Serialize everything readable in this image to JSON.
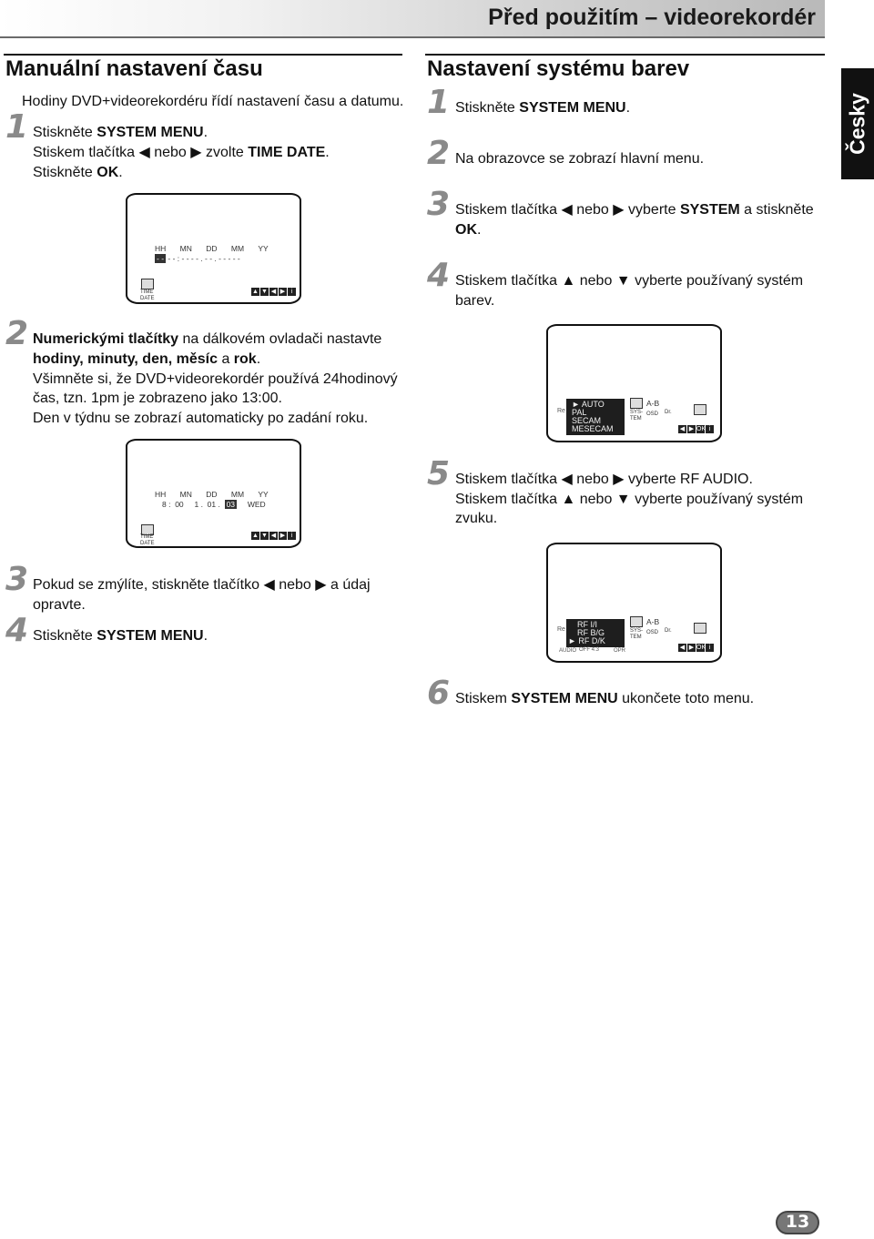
{
  "header": {
    "title": "Před použitím – videorekordér"
  },
  "language_tab": "Česky",
  "left": {
    "title": "Manuální nastavení času",
    "intro": "Hodiny DVD+videorekordéru řídí nastavení času a datumu.",
    "step1": {
      "num": "1",
      "l1_a": "Stiskněte ",
      "l1_b": "SYSTEM MENU",
      "l1_c": ".",
      "l2_a": "Stiskem tlačítka ◀ nebo ▶ zvolte ",
      "l2_b": "TIME DATE",
      "l2_c": ".",
      "l3_a": "Stiskněte ",
      "l3_b": "OK",
      "l3_c": "."
    },
    "screen1": {
      "labels": [
        "HH",
        "MN",
        "DD",
        "MM",
        "YY"
      ],
      "value": "- - :  - -   - - . - - . - -   - - -",
      "icon_label_1": "TIME",
      "icon_label_2": "DATE"
    },
    "step2": {
      "num": "2",
      "l1_a": "Numerickými tlačítky",
      "l1_b": " na dálkovém ovladači nastavte",
      "l2": "hodiny, minuty, den, měsíc",
      "l2_b": " a ",
      "l2_c": "rok",
      "l2_d": ".",
      "l3": "Všimněte si, že DVD+videorekordér používá 24hodinový",
      "l4": "čas, tzn. 1pm je zobrazeno jako 13:00.",
      "l5": "Den v týdnu se zobrazí automaticky po zadání roku."
    },
    "screen2": {
      "labels": [
        "HH",
        "MN",
        "DD",
        "MM",
        "YY"
      ],
      "hh": "8",
      "mn": "00",
      "dd": "1",
      "mm": "01",
      "yy": "03",
      "wd": "WED",
      "icon_label_1": "TIME",
      "icon_label_2": "DATE"
    },
    "step3": {
      "num": "3",
      "l1": "Pokud se zmýlíte, stiskněte tlačítko ◀ nebo ▶ a údaj",
      "l2": "opravte."
    },
    "step4": {
      "num": "4",
      "a": "Stiskněte ",
      "b": "SYSTEM MENU",
      "c": "."
    }
  },
  "right": {
    "title": "Nastavení systému barev",
    "step1": {
      "num": "1",
      "a": "Stiskněte ",
      "b": "SYSTEM MENU",
      "c": "."
    },
    "step2": {
      "num": "2",
      "text": "Na obrazovce se zobrazí hlavní menu."
    },
    "step3": {
      "num": "3",
      "a": "Stiskem tlačítka ◀ nebo ▶ vyberte ",
      "b": "SYSTEM",
      "c": " a stiskněte",
      "d": "OK",
      "e": "."
    },
    "step4": {
      "num": "4",
      "l1": "Stiskem tlačítka ▲ nebo ▼ vyberte používaný systém",
      "l2": "barev."
    },
    "screen3": {
      "options": [
        "► AUTO",
        "PAL",
        "SECAM",
        "MESECAM"
      ],
      "ab": "A-B",
      "osd": "OSD",
      "dr": "Dr."
    },
    "step5": {
      "num": "5",
      "l1": "Stiskem tlačítka ◀ nebo ▶ vyberte RF AUDIO.",
      "l2": "Stiskem tlačítka ▲ nebo ▼ vyberte používaný systém",
      "l3": "zvuku."
    },
    "screen4": {
      "options": [
        "RF I/I",
        "RF B/G",
        "► RF D/K"
      ],
      "ab": "A-B",
      "osd": "OSD",
      "dr": "Dr.",
      "under": "OFF  4:3",
      "audio": "AUDIO",
      "opr": "OPR"
    },
    "step6": {
      "num": "6",
      "a": "Stiskem ",
      "b": "SYSTEM MENU",
      "c": " ukončete toto menu."
    }
  },
  "page_number": "13"
}
